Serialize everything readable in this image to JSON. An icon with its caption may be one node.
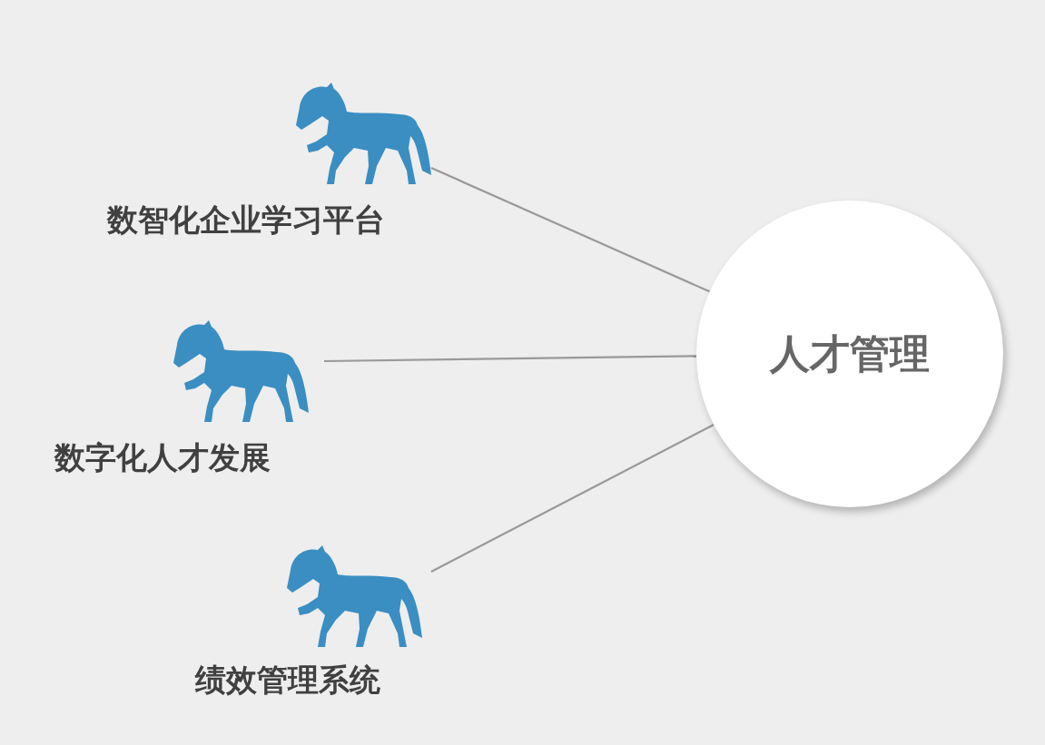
{
  "diagram": {
    "nodes": [
      {
        "text": [
          "人才管理"
        ]
      },
      {
        "text": [
          "数智化企业学习平台"
        ]
      },
      {
        "text": [
          "数字化人才发展"
        ]
      },
      {
        "text": [
          "绩效管理系统"
        ]
      }
    ],
    "edges": [
      {
        "from": 1,
        "to": 0,
        "arrow": "none"
      },
      {
        "from": 2,
        "to": 0,
        "arrow": "none"
      },
      {
        "from": 3,
        "to": 0,
        "arrow": "none"
      }
    ]
  }
}
